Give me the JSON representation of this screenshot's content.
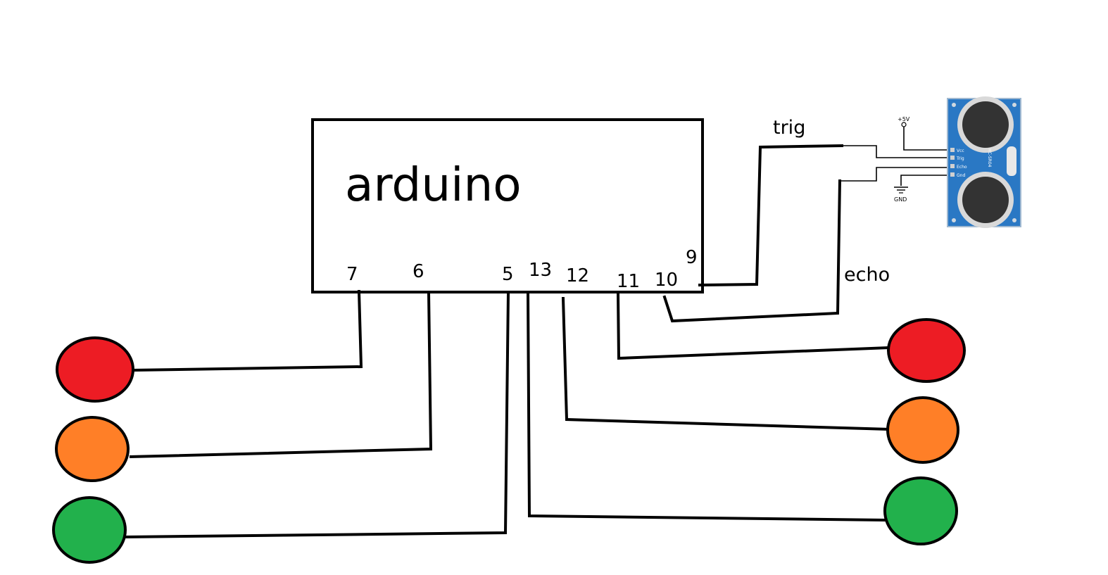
{
  "board": {
    "label": "arduino"
  },
  "pins": {
    "p7": "7",
    "p6": "6",
    "p5": "5",
    "p13": "13",
    "p12": "12",
    "p11": "11",
    "p10": "10",
    "p9": "9"
  },
  "signals": {
    "trig": "trig",
    "echo": "echo"
  },
  "sensor": {
    "vcc_label": "+5V",
    "gnd_label": "GND",
    "pin_labels": [
      "Vcc",
      "Trig",
      "Echo",
      "Gnd"
    ],
    "model": "HC-SR04",
    "body_color": "#2a78c4"
  },
  "leds": {
    "left": [
      "red",
      "orange",
      "green"
    ],
    "right": [
      "red",
      "orange",
      "green"
    ]
  },
  "colors": {
    "red": "#ed1c24",
    "orange": "#ff7f27",
    "green": "#22b14c"
  }
}
